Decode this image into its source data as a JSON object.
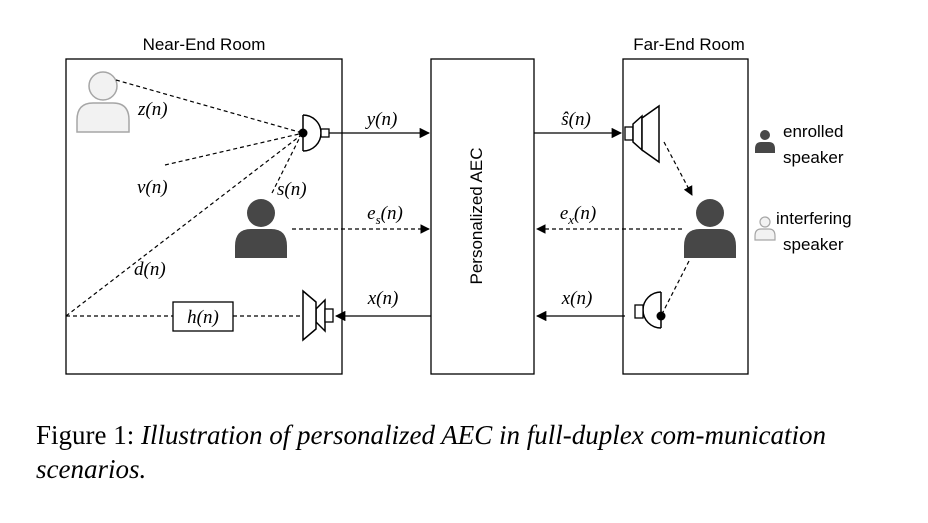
{
  "rooms": {
    "near_end_title": "Near-End Room",
    "far_end_title": "Far-End Room"
  },
  "aec_block": {
    "label": "Personalized AEC"
  },
  "signals": {
    "z": "z(n)",
    "v": "v(n)",
    "s": "s(n)",
    "d": "d(n)",
    "h": "h(n)",
    "y": "y(n)",
    "s_hat": "ŝ(n)",
    "e_s_base": "e",
    "e_s_sub": "s",
    "e_s_tail": "(n)",
    "e_x_base": "e",
    "e_x_sub": "x",
    "e_x_tail": "(n)",
    "x_near": "x(n)",
    "x_far": "x(n)"
  },
  "legend": {
    "enrolled_line1": "enrolled",
    "enrolled_line2": "speaker",
    "interfering_line1": "interfering",
    "interfering_line2": "speaker"
  },
  "icons": {
    "enrolled": "person-filled-icon",
    "interfering": "person-outline-icon",
    "microphone": "microphone-icon",
    "loudspeaker": "loudspeaker-icon"
  },
  "colors": {
    "enrolled_fill": "#474747",
    "interfering_fill": "#f2f2f2",
    "interfering_stroke": "#a6a6a6"
  },
  "caption": {
    "prefix": "Figure 1:",
    "text": "Illustration of personalized AEC in full-duplex com-munication scenarios."
  }
}
